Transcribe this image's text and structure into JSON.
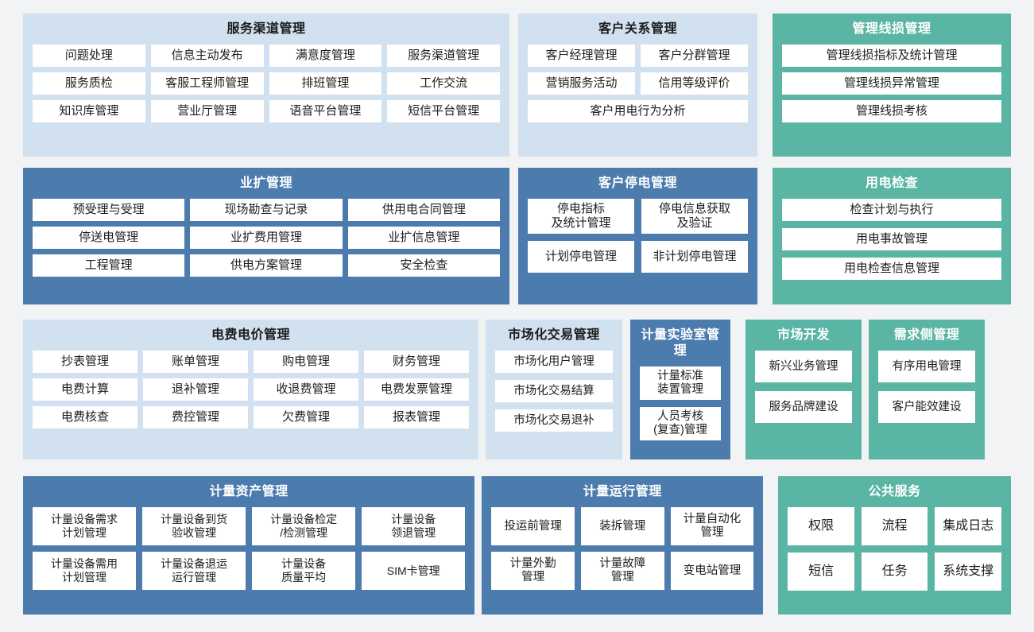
{
  "theme": {
    "background": "#f2f3f5",
    "panel_light_blue": "#d2e1ef",
    "panel_blue": "#4c7cae",
    "panel_teal": "#5bb5a5",
    "cell_background": "#ffffff",
    "cell_text": "#1d1d1d"
  },
  "rows": [
    {
      "panels": [
        {
          "title": "服务渠道管理",
          "cells": [
            "问题处理",
            "信息主动发布",
            "满意度管理",
            "服务渠道管理",
            "服务质检",
            "客服工程师管理",
            "排班管理",
            "工作交流",
            "知识库管理",
            "营业厅管理",
            "语音平台管理",
            "短信平台管理"
          ]
        },
        {
          "title": "客户关系管理",
          "cells": [
            "客户经理管理",
            "客户分群管理",
            "营销服务活动",
            "信用等级评价",
            "客户用电行为分析"
          ]
        },
        {
          "title": "管理线损管理",
          "cells": [
            "管理线损指标及统计管理",
            "管理线损异常管理",
            "管理线损考核"
          ]
        }
      ]
    },
    {
      "panels": [
        {
          "title": "业扩管理",
          "cells": [
            "预受理与受理",
            "现场勘查与记录",
            "供用电合同管理",
            "停送电管理",
            "业扩费用管理",
            "业扩信息管理",
            "工程管理",
            "供电方案管理",
            "安全检查"
          ]
        },
        {
          "title": "客户停电管理",
          "cells": [
            "停电指标\n及统计管理",
            "停电信息获取\n及验证",
            "计划停电管理",
            "非计划停电管理"
          ]
        },
        {
          "title": "用电检查",
          "cells": [
            "检查计划与执行",
            "用电事故管理",
            "用电检查信息管理"
          ]
        }
      ]
    },
    {
      "panels": [
        {
          "title": "电费电价管理",
          "cells": [
            "抄表管理",
            "账单管理",
            "购电管理",
            "财务管理",
            "电费计算",
            "退补管理",
            "收退费管理",
            "电费发票管理",
            "电费核查",
            "费控管理",
            "欠费管理",
            "报表管理"
          ]
        },
        {
          "title": "市场化交易管理",
          "cells": [
            "市场化用户管理",
            "市场化交易结算",
            "市场化交易退补"
          ]
        },
        {
          "title": "计量实验室管理",
          "cells": [
            "计量标准\n装置管理",
            "人员考核\n(复查)管理"
          ]
        },
        {
          "title": "市场开发",
          "cells": [
            "新兴业务管理",
            "服务品牌建设"
          ]
        },
        {
          "title": "需求侧管理",
          "cells": [
            "有序用电管理",
            "客户能效建设"
          ]
        }
      ]
    },
    {
      "panels": [
        {
          "title": "计量资产管理",
          "cells": [
            "计量设备需求\n计划管理",
            "计量设备到货\n验收管理",
            "计量设备检定\n/检测管理",
            "计量设备\n领退管理",
            "计量设备需用\n计划管理",
            "计量设备退运\n运行管理",
            "计量设备\n质量平均",
            "SIM卡管理"
          ]
        },
        {
          "title": "计量运行管理",
          "cells": [
            "投运前管理",
            "装拆管理",
            "计量自动化\n管理",
            "计量外勤\n管理",
            "计量故障\n管理",
            "变电站管理"
          ]
        },
        {
          "title": "公共服务",
          "cells": [
            "权限",
            "流程",
            "集成日志",
            "短信",
            "任务",
            "系统支撑"
          ]
        }
      ]
    }
  ]
}
